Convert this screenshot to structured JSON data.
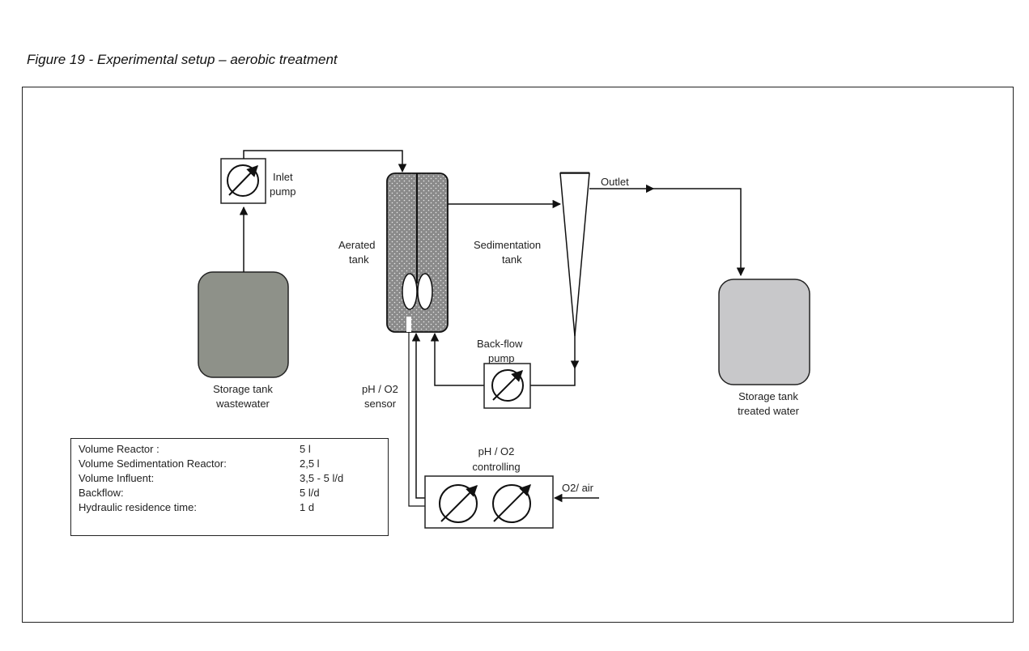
{
  "figure": {
    "caption": "Figure 19 - Experimental setup – aerobic treatment"
  },
  "labels": {
    "inlet_pump": [
      "Inlet",
      "pump"
    ],
    "aerated_tank": [
      "Aerated",
      "tank"
    ],
    "sedimentation_tank": [
      "Sedimentation",
      "tank"
    ],
    "outlet": "Outlet",
    "storage_wastewater": [
      "Storage tank",
      "wastewater"
    ],
    "storage_treated": [
      "Storage tank",
      "treated water"
    ],
    "backflow_pump": [
      "Back-flow",
      "pump"
    ],
    "ph_sensor": [
      "pH / O2",
      "sensor"
    ],
    "ph_controlling": [
      "pH / O2",
      "controlling"
    ],
    "o2_air": "O2/ air"
  },
  "parameters": [
    {
      "name": "Volume Reactor :",
      "value": "5 l"
    },
    {
      "name": "Volume Sedimentation Reactor:",
      "value": "2,5 l"
    },
    {
      "name": "Volume Influent:",
      "value": "3,5 - 5 l/d"
    },
    {
      "name": "Backflow:",
      "value": "5 l/d"
    },
    {
      "name": "Hydraulic residence time:",
      "value": "1 d"
    }
  ],
  "colors": {
    "wastewater_tank": "#8e9189",
    "treated_tank": "#c8c8ca",
    "aerated_tank": "#8a8a8a",
    "line": "#111111"
  }
}
